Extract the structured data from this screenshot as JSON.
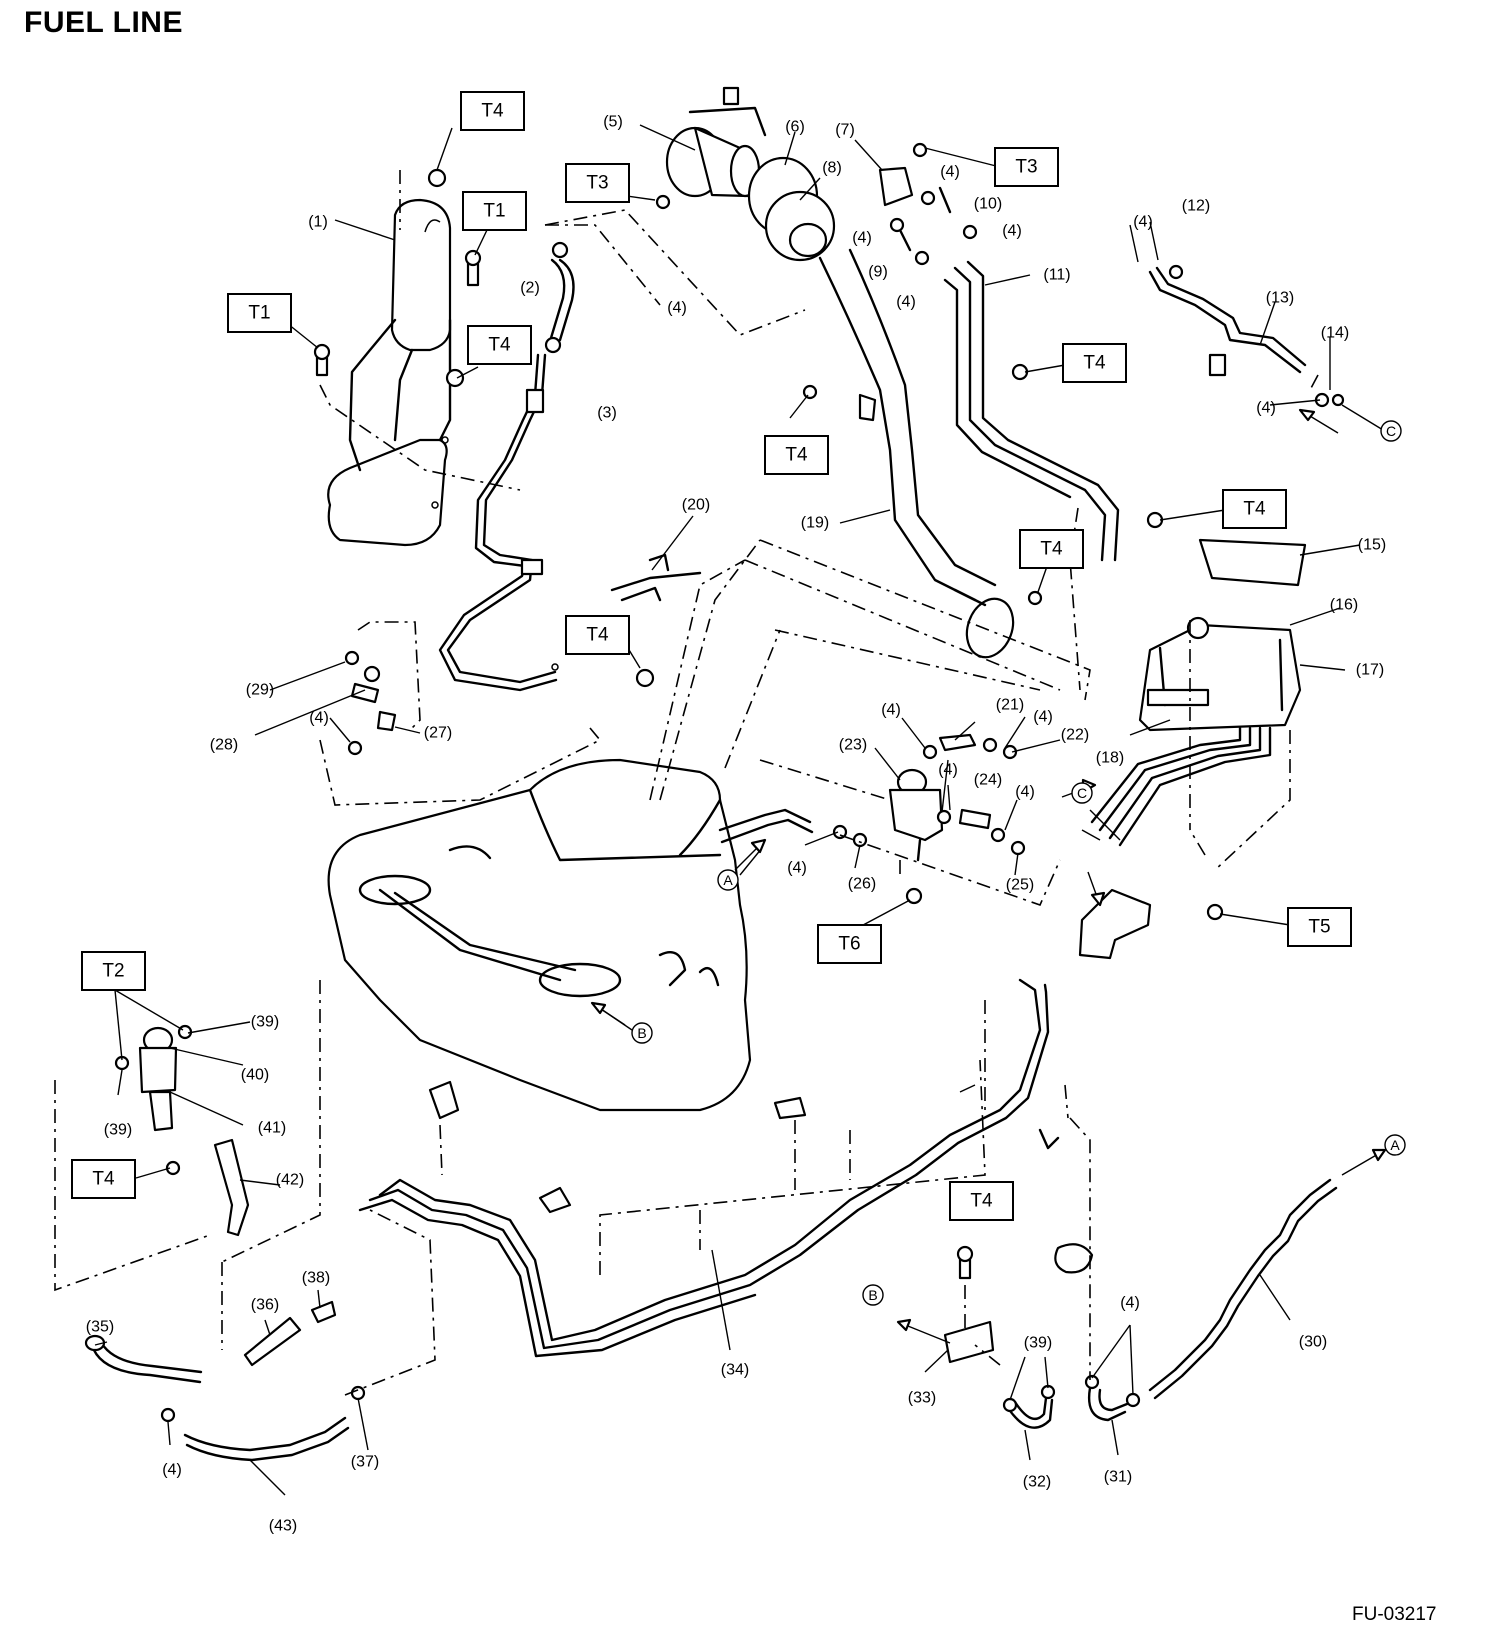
{
  "title": "FUEL LINE",
  "figure_code": "FU-03217",
  "torque_labels": [
    "T4",
    "T1",
    "T3",
    "T3",
    "T1",
    "T4",
    "T4",
    "T4",
    "T4",
    "T4",
    "T5",
    "T6",
    "T2",
    "T4",
    "T4"
  ],
  "callouts": [
    "(1)",
    "(2)",
    "(3)",
    "(4)",
    "(5)",
    "(6)",
    "(7)",
    "(8)",
    "(4)",
    "(10)",
    "(4)",
    "(4)",
    "(9)",
    "(4)",
    "(11)",
    "(4)",
    "(12)",
    "(13)",
    "(14)",
    "(4)",
    "(19)",
    "(20)",
    "(15)",
    "(16)",
    "(17)",
    "(18)",
    "(29)",
    "(28)",
    "(4)",
    "(27)",
    "(4)",
    "(21)",
    "(4)",
    "(22)",
    "(23)",
    "(4)",
    "(24)",
    "(4)",
    "(4)",
    "(26)",
    "(25)",
    "(39)",
    "(40)",
    "(39)",
    "(41)",
    "(42)",
    "(35)",
    "(36)",
    "(38)",
    "(34)",
    "(33)",
    "(39)",
    "(4)",
    "(30)",
    "(32)",
    "(31)",
    "(4)",
    "(43)",
    "(37)"
  ],
  "reference_marks": [
    "C",
    "C",
    "A",
    "B",
    "A",
    "B"
  ]
}
